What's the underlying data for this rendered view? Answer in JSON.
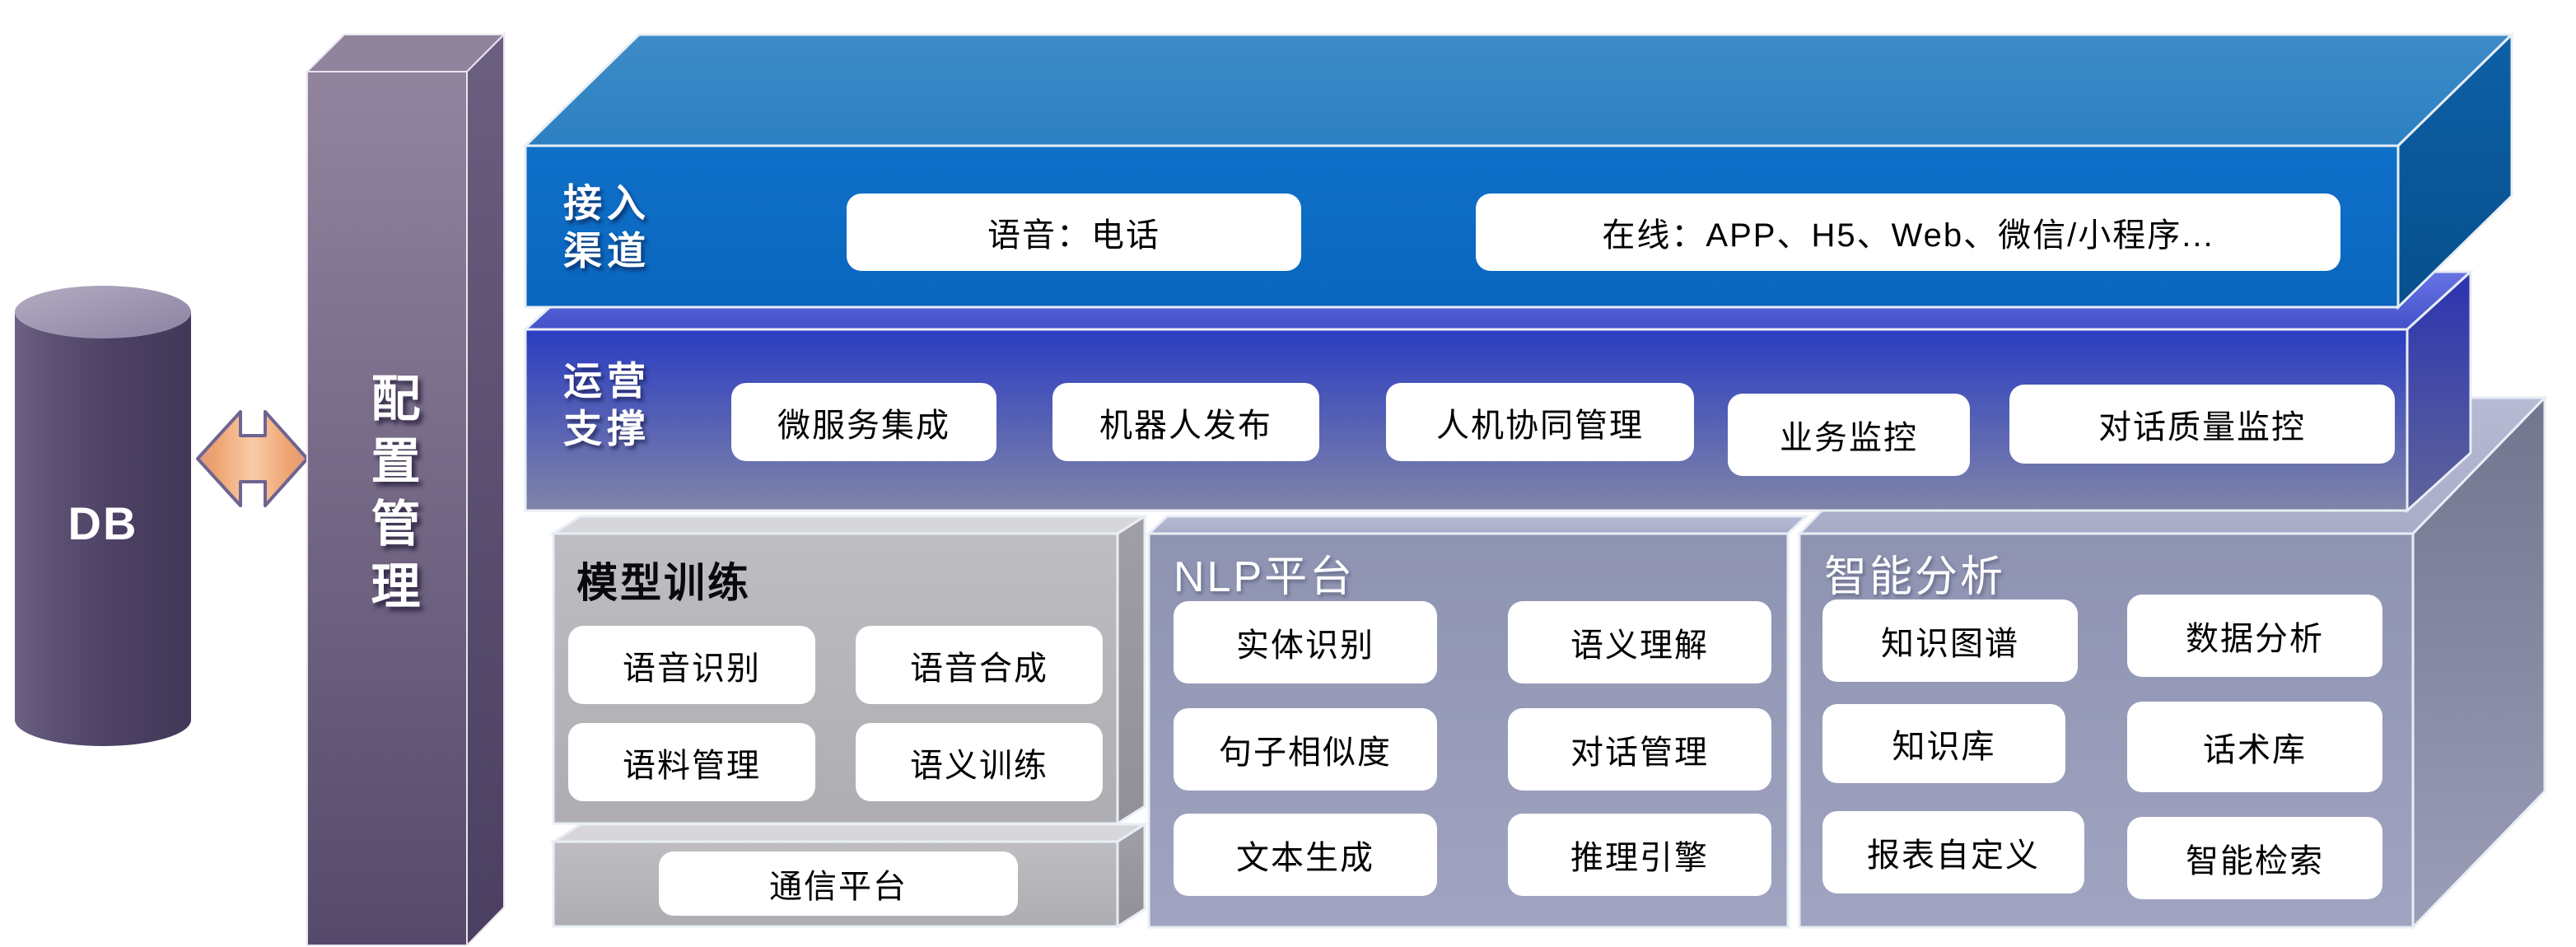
{
  "colors": {
    "layer1_front_blue": "#0d6cc4",
    "layer1_top_blue": "#3487c5",
    "layer1_side_blue": "#0b5a9c",
    "layer2_front_blue": "#2a3cc2",
    "layer2_front_bottom": "#8085a8",
    "panel_purple": "#9196b4",
    "panel_gray": "#b5b4b8",
    "arrow_orange": "#f2ab79",
    "cylinder_purple": "#4e4266",
    "box_white": "#ffffff",
    "text_black": "#000000",
    "text_white": "#ffffff"
  },
  "db": {
    "label": "DB"
  },
  "pillar": {
    "label": "配置管理"
  },
  "access_layer": {
    "title_lines": [
      "接入",
      "渠道"
    ],
    "boxes": [
      "语音：电话",
      "在线：APP、H5、Web、微信/小程序..."
    ]
  },
  "ops_layer": {
    "title_lines": [
      "运营",
      "支撑"
    ],
    "boxes": [
      "微服务集成",
      "机器人发布",
      "人机协同管理",
      "业务监控",
      "对话质量监控"
    ]
  },
  "model_panel": {
    "title": "模型训练",
    "boxes": [
      "语音识别",
      "语音合成",
      "语料管理",
      "语义训练"
    ]
  },
  "comm_bar": {
    "label": "通信平台"
  },
  "nlp_panel": {
    "title": "NLP平台",
    "boxes": [
      "实体识别",
      "语义理解",
      "句子相似度",
      "对话管理",
      "文本生成",
      "推理引擎"
    ]
  },
  "ai_panel": {
    "title": "智能分析",
    "boxes": [
      "知识图谱",
      "数据分析",
      "知识库",
      "话术库",
      "报表自定义",
      "智能检索"
    ]
  }
}
